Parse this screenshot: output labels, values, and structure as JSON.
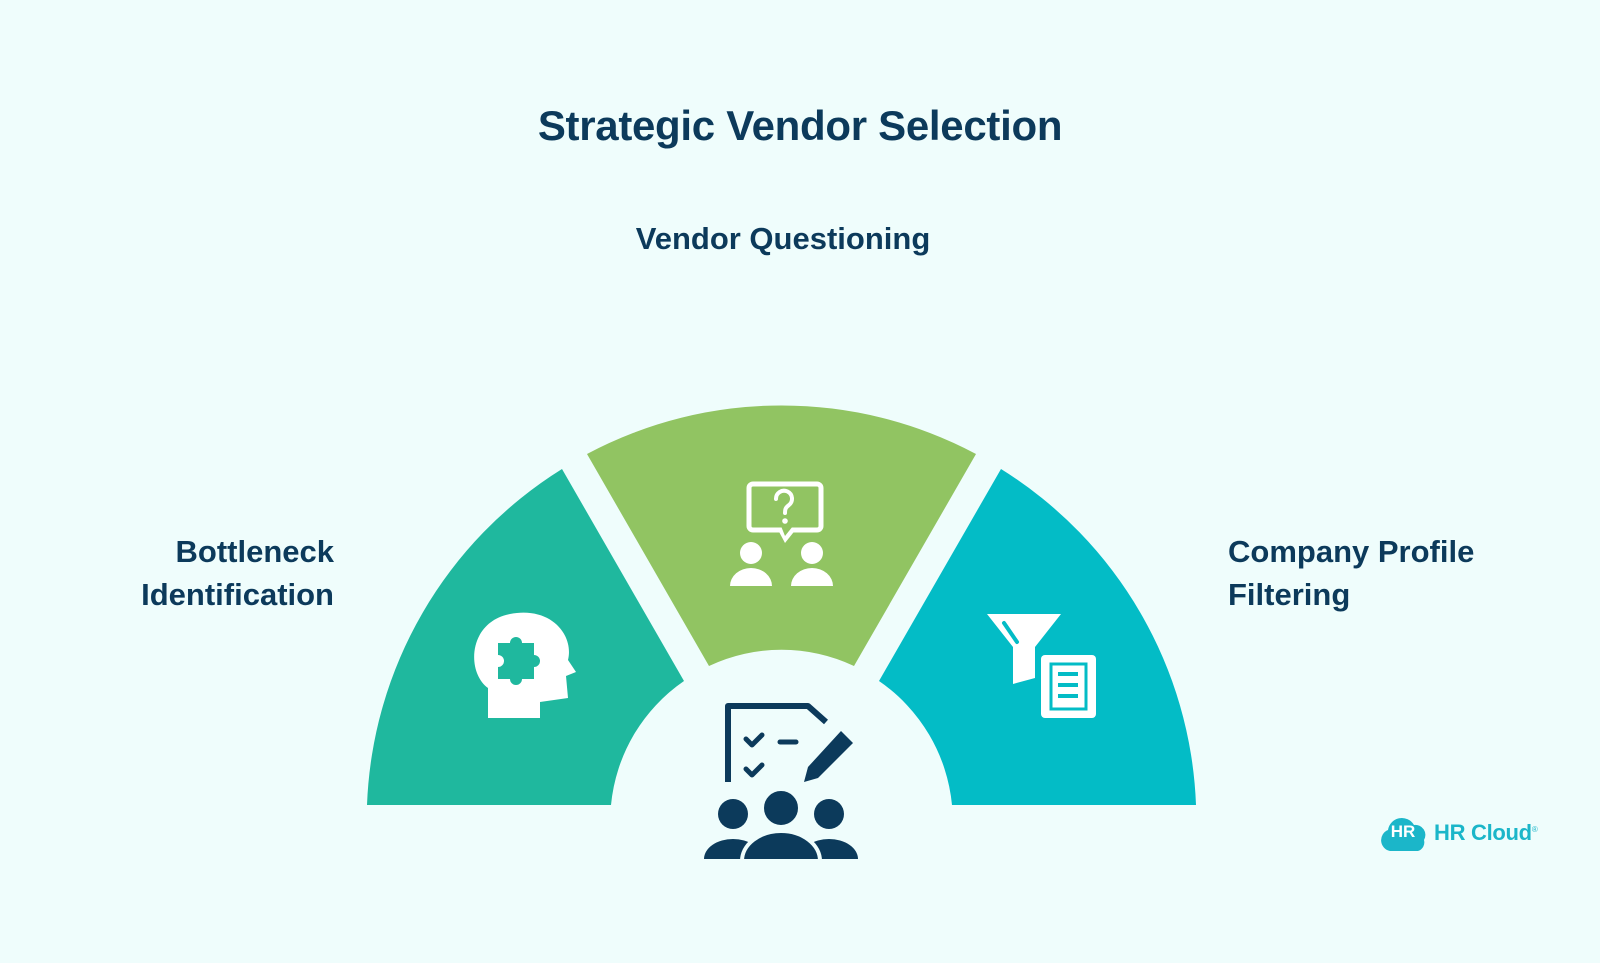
{
  "title": "Strategic Vendor Selection",
  "segments": [
    {
      "id": "bottleneck",
      "label_lines": [
        "Bottleneck",
        "Identification"
      ],
      "icon": "head-puzzle-icon",
      "color": "#1fb89e"
    },
    {
      "id": "questioning",
      "label_lines": [
        "Vendor Questioning"
      ],
      "icon": "people-question-chat-icon",
      "color": "#91c462"
    },
    {
      "id": "filtering",
      "label_lines": [
        "Company Profile",
        "Filtering"
      ],
      "icon": "funnel-document-icon",
      "color": "#03bcc6"
    }
  ],
  "center_icon": "team-checklist-icon",
  "colors": {
    "background": "#effdfc",
    "text": "#0c3a5b",
    "center_icon": "#0c3a5b",
    "brand": "#1bb6c9"
  },
  "logo": {
    "badge": "HR",
    "text": "HR Cloud",
    "mark": "®"
  }
}
